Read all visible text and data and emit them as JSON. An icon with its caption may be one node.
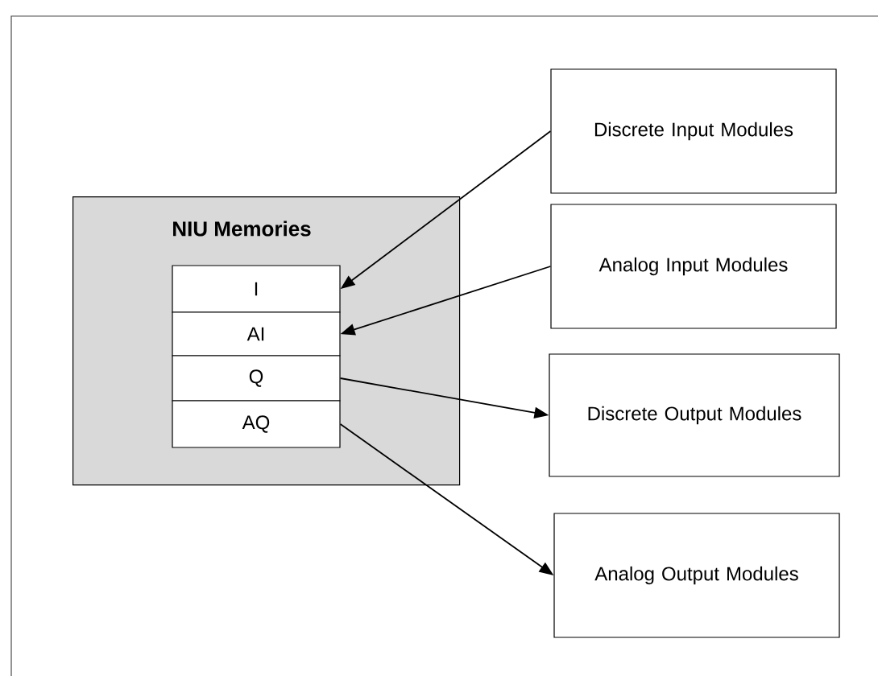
{
  "diagram": {
    "nodes": [
      {
        "text": [
          "NIU Memories"
        ]
      },
      {
        "text": [
          "I"
        ],
        "in": 0
      },
      {
        "text": [
          "AI"
        ],
        "in": 0
      },
      {
        "text": [
          "Q"
        ],
        "in": 0
      },
      {
        "text": [
          "AQ"
        ],
        "in": 0
      },
      {
        "text": [
          "Discrete Input Modules"
        ]
      },
      {
        "text": [
          "Analog Input Modules"
        ]
      },
      {
        "text": [
          "Discrete Output Modules"
        ]
      },
      {
        "text": [
          "Analog Output Modules"
        ]
      }
    ],
    "edges": [
      {
        "from": 5,
        "to": 1,
        "arrow": "to"
      },
      {
        "from": 6,
        "to": 2,
        "arrow": "to"
      },
      {
        "from": 3,
        "to": 7,
        "arrow": "to"
      },
      {
        "from": 4,
        "to": 8,
        "arrow": "to"
      }
    ]
  }
}
